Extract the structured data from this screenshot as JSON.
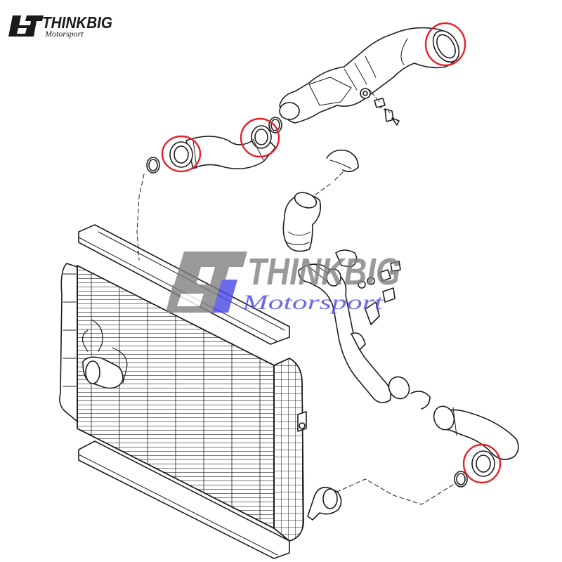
{
  "brand": {
    "name": "THINKBIG",
    "tagline": "Motorsport",
    "monogram": "bT",
    "colors": {
      "dark": "#1a1a1a",
      "grey": "#808080",
      "blue": "#4747e8"
    }
  },
  "highlight_color": "#e8202a",
  "line_color": "#1c1c1c",
  "watermark_opacity": 0.75
}
